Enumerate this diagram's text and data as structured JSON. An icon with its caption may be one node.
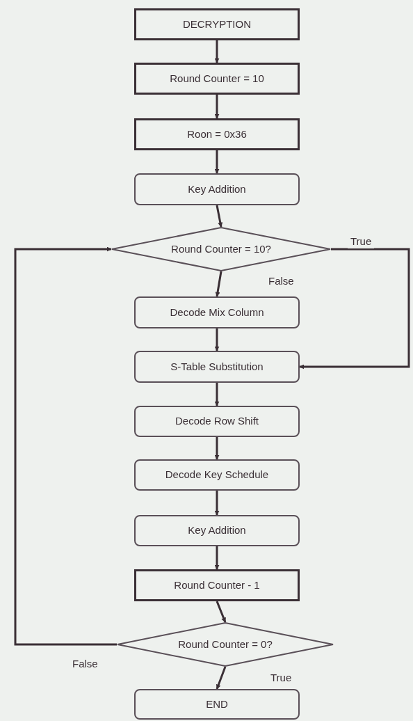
{
  "diagram": {
    "nodes": [
      {
        "text": [
          "DECRYPTION"
        ]
      },
      {
        "text": [
          "Round Counter = 10"
        ]
      },
      {
        "text": [
          "Roon = 0x36"
        ]
      },
      {
        "text": [
          "Key Addition"
        ]
      },
      {
        "text": [
          "Round Counter = 10?"
        ]
      },
      {
        "text": [
          "Decode Mix Column"
        ]
      },
      {
        "text": [
          "S-Table Substitution"
        ]
      },
      {
        "text": [
          "Decode Row Shift"
        ]
      },
      {
        "text": [
          "Decode Key Schedule"
        ]
      },
      {
        "text": [
          "Key Addition"
        ]
      },
      {
        "text": [
          "Round Counter - 1"
        ]
      },
      {
        "text": [
          "Round Counter = 0?"
        ]
      },
      {
        "text": [
          "END"
        ]
      }
    ],
    "edges": [
      {
        "from": 0,
        "to": 1,
        "arrow": "to"
      },
      {
        "from": 1,
        "to": 2,
        "arrow": "to"
      },
      {
        "from": 2,
        "to": 3,
        "arrow": "to"
      },
      {
        "from": 3,
        "to": 4,
        "arrow": "to"
      },
      {
        "from": 4,
        "to": 6,
        "arrow": "to",
        "label": "True"
      },
      {
        "from": 4,
        "to": 5,
        "arrow": "to",
        "label": "False"
      },
      {
        "from": 5,
        "to": 6,
        "arrow": "to"
      },
      {
        "from": 6,
        "to": 7,
        "arrow": "to"
      },
      {
        "from": 7,
        "to": 8,
        "arrow": "to"
      },
      {
        "from": 8,
        "to": 9,
        "arrow": "to"
      },
      {
        "from": 9,
        "to": 10,
        "arrow": "to"
      },
      {
        "from": 10,
        "to": 11,
        "arrow": "to"
      },
      {
        "from": 11,
        "to": 4,
        "arrow": "to",
        "label": "False"
      },
      {
        "from": 11,
        "to": 12,
        "arrow": "to",
        "label": "True"
      }
    ]
  }
}
